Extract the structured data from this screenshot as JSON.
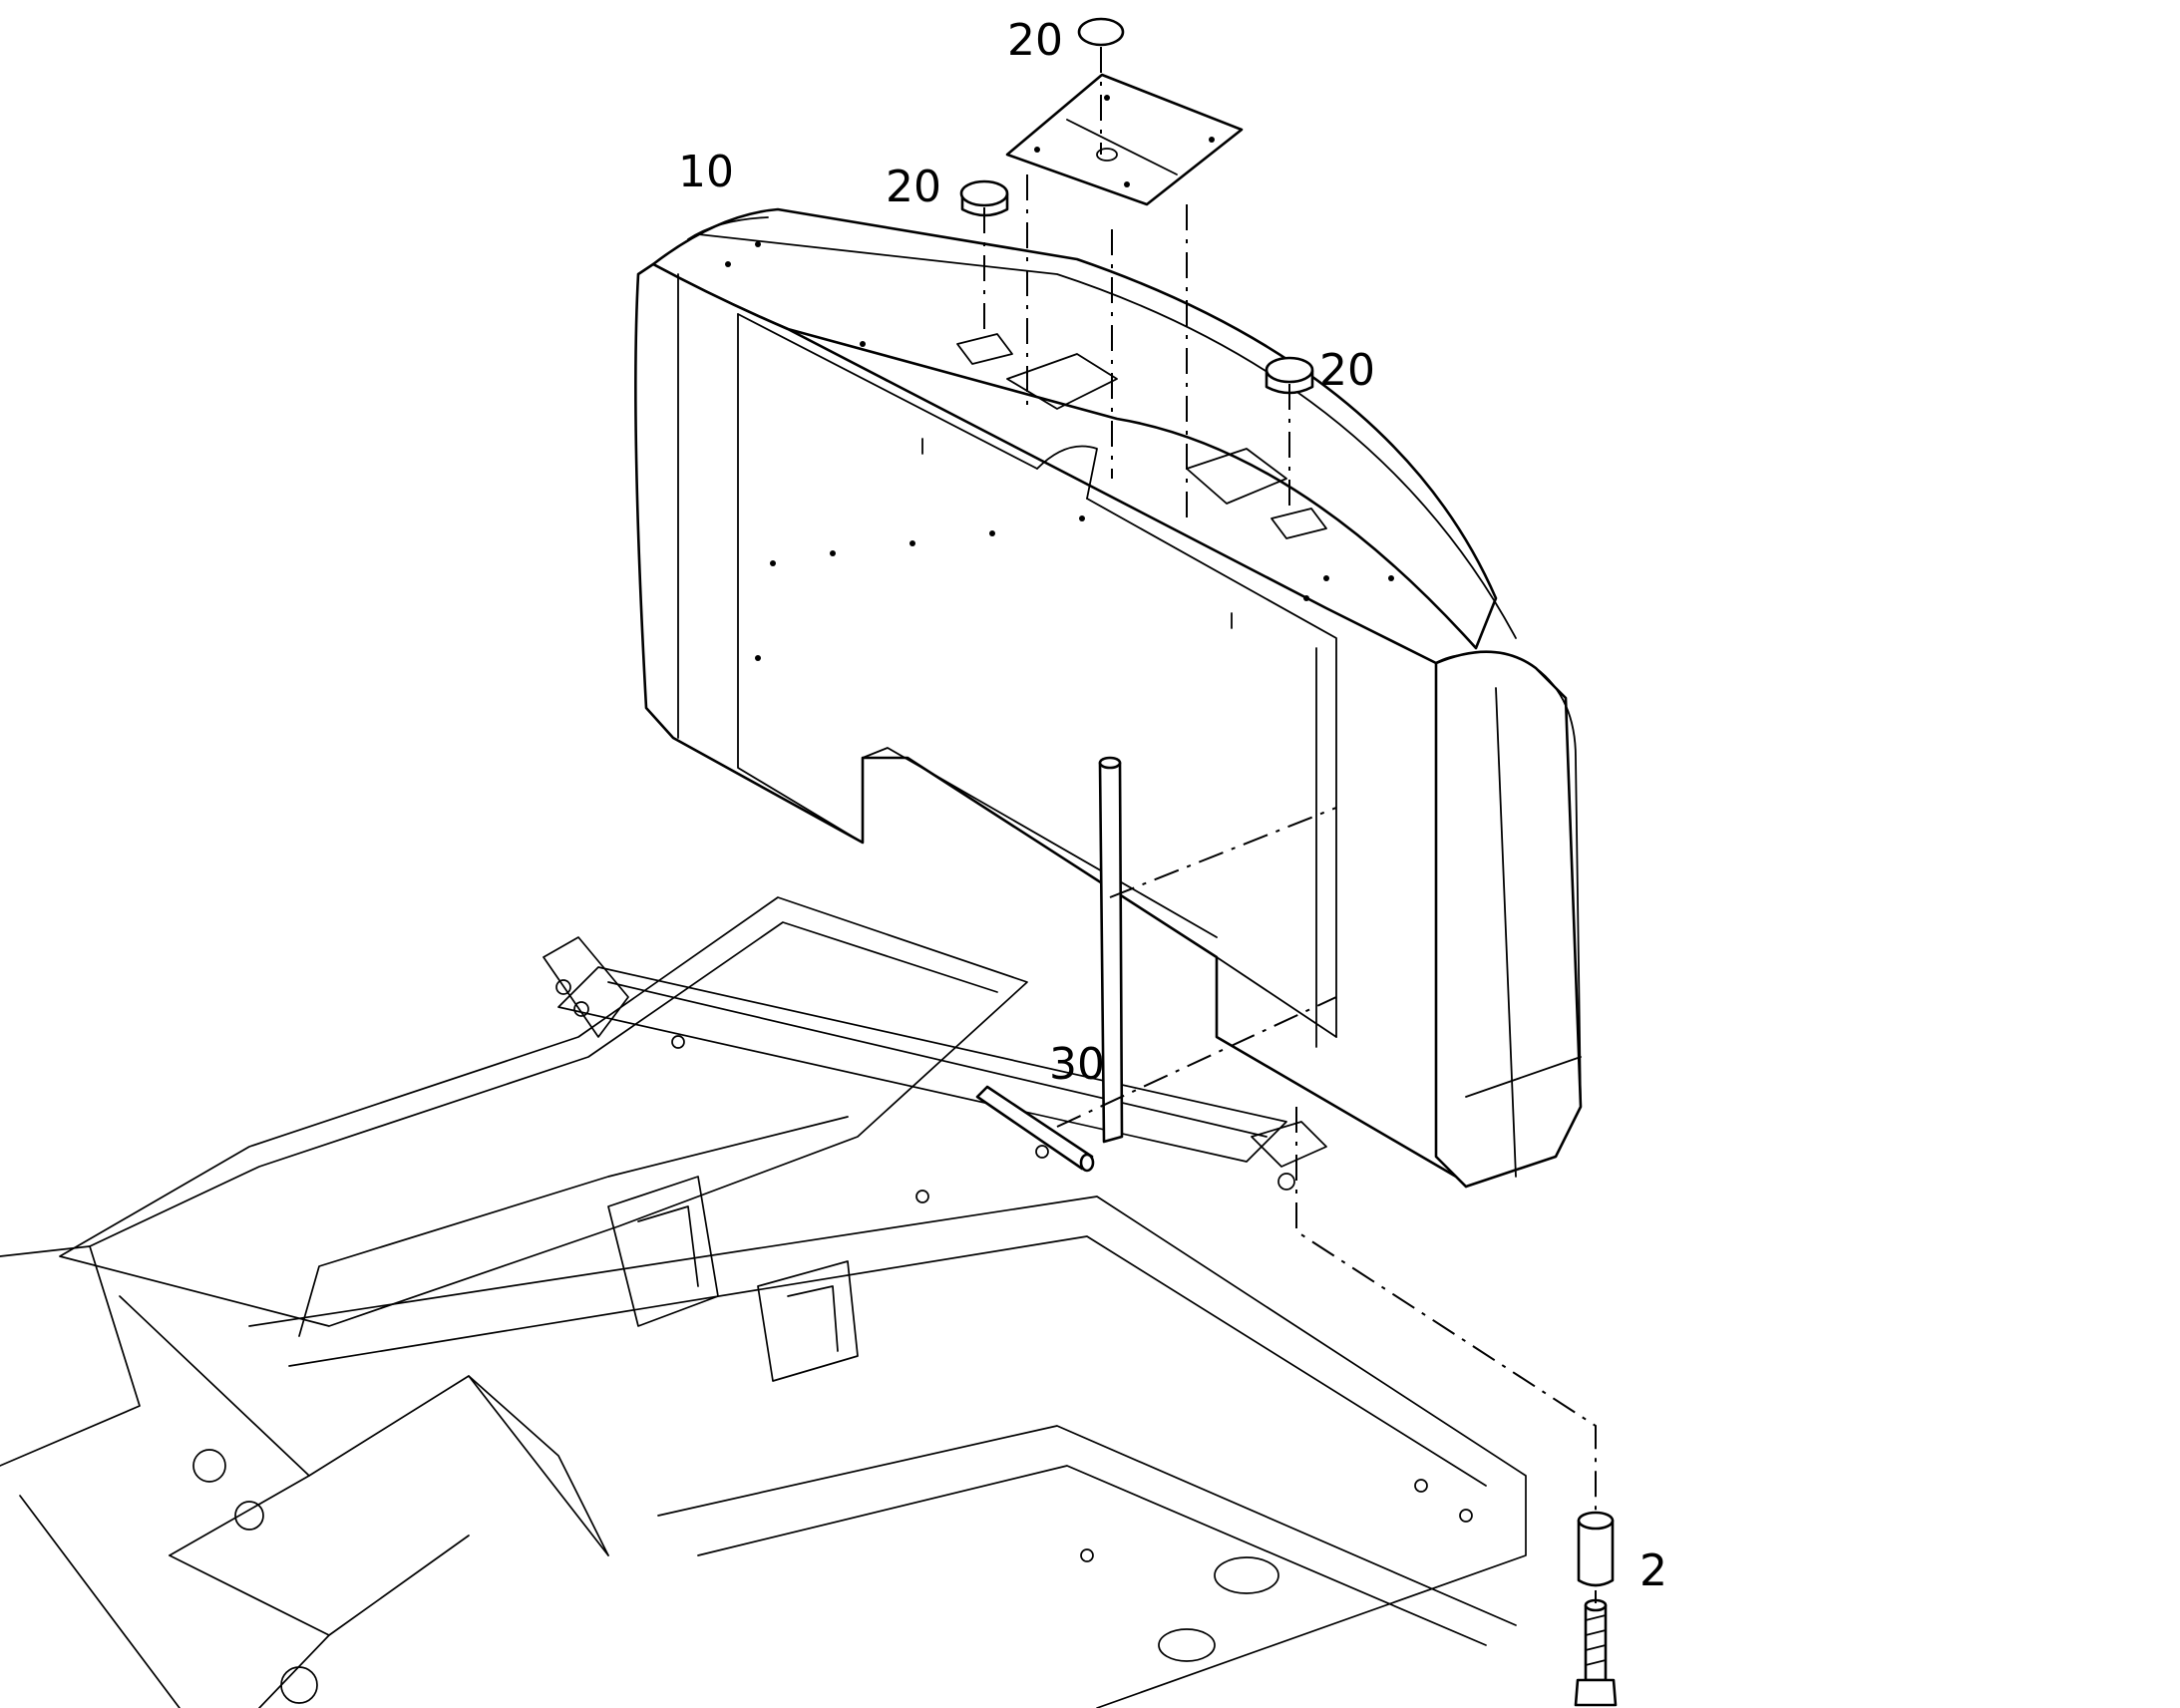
{
  "callouts": {
    "counterweight": "10",
    "plug_top": "20",
    "plug_left": "20",
    "plug_right": "20",
    "pin": "30",
    "bolt_spacer": "2"
  }
}
